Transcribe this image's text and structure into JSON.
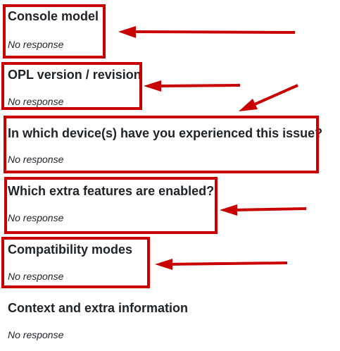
{
  "fields": [
    {
      "title": "Console model",
      "value": "No response"
    },
    {
      "title": "OPL version / revision",
      "value": "No response"
    },
    {
      "title": "In which device(s) have you experienced this issue?",
      "value": "No response"
    },
    {
      "title": "Which extra features are enabled?",
      "value": "No response"
    },
    {
      "title": "Compatibility modes",
      "value": "No response"
    },
    {
      "title": "Context and extra information",
      "value": "No response"
    }
  ],
  "annotation_color": "#c80000"
}
